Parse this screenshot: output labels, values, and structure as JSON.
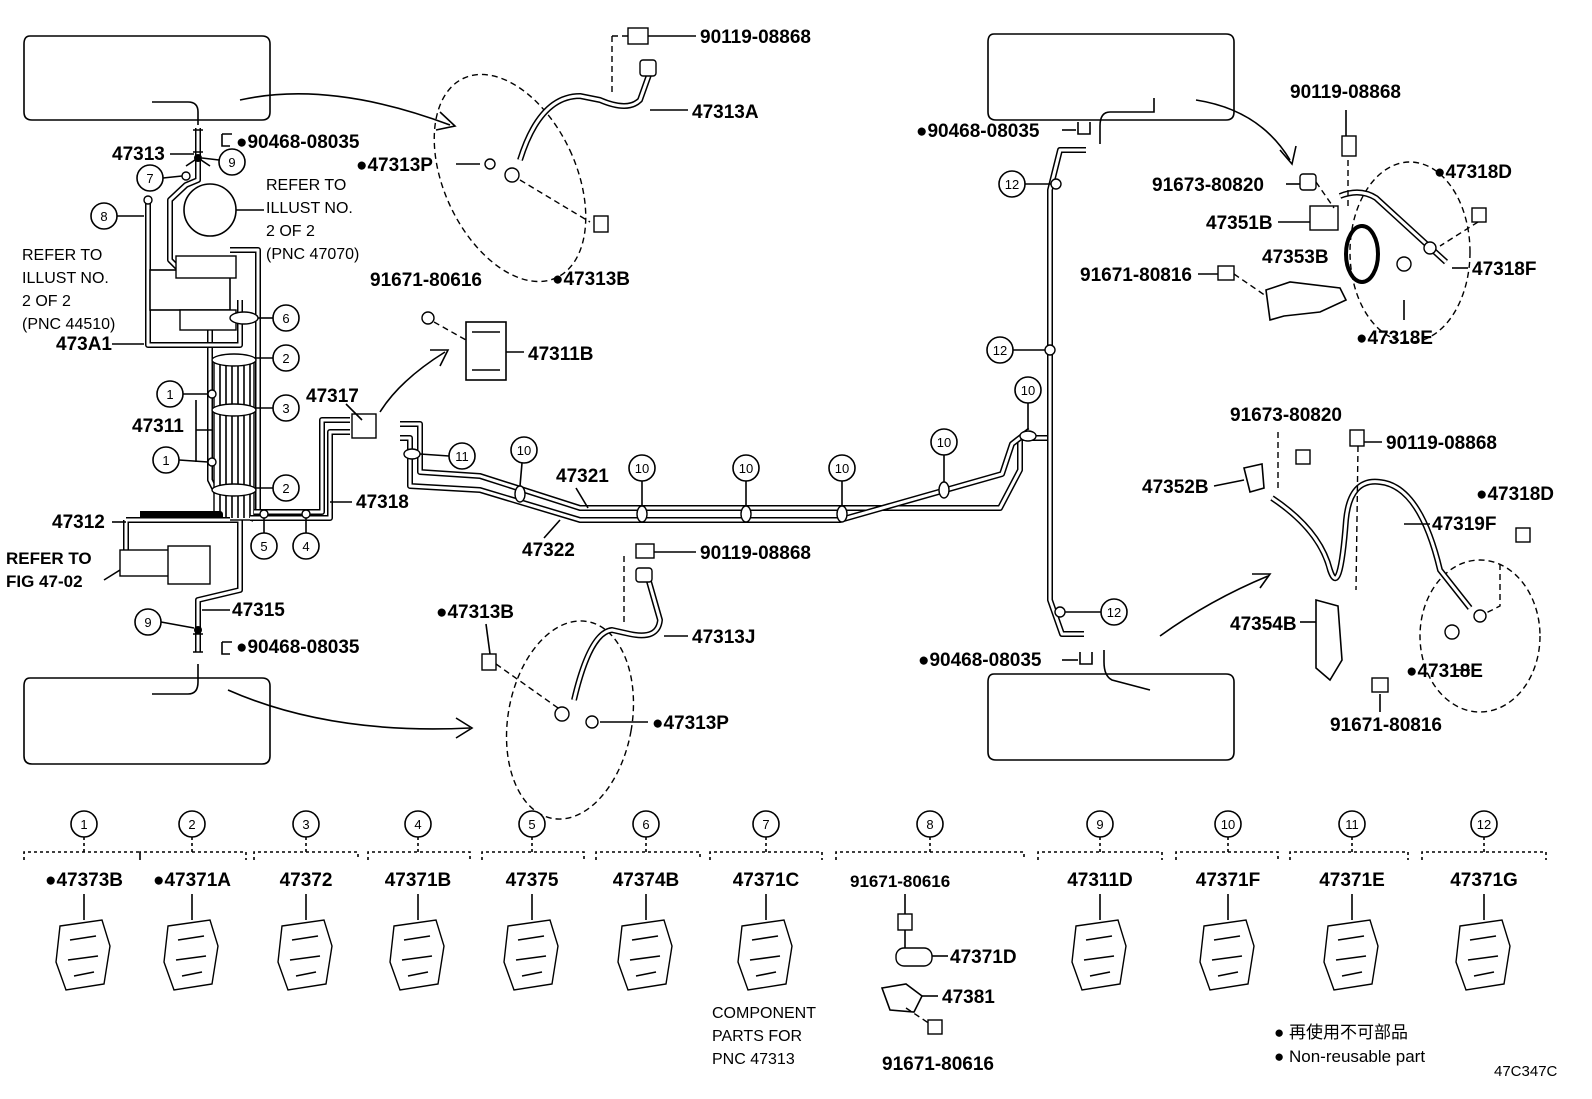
{
  "refs": {
    "illust_44510": [
      "REFER TO",
      "ILLUST NO.",
      "2 OF 2",
      "(PNC 44510)"
    ],
    "illust_47070": [
      "REFER TO",
      "ILLUST NO.",
      "2 OF 2",
      "(PNC 47070)"
    ],
    "fig_4702": [
      "REFER TO",
      "FIG 47-02"
    ],
    "component_parts": [
      "COMPONENT",
      "PARTS FOR",
      "PNC 47313"
    ]
  },
  "labels": {
    "p90119_08868_a": "90119-08868",
    "p47313A": "47313A",
    "p47313P_a": "●47313P",
    "p47313B_a": "●47313B",
    "p90468_08035_a": "●90468-08035",
    "p47313": "47313",
    "p91671_80616_a": "91671-80616",
    "p47311B": "47311B",
    "p473A1": "473A1",
    "p47317": "47317",
    "p47311": "47311",
    "p47318": "47318",
    "p47321": "47321",
    "p47322": "47322",
    "p47312": "47312",
    "p47315": "47315",
    "p90119_08868_b": "90119-08868",
    "p47313B_b": "●47313B",
    "p47313J": "47313J",
    "p47313P_b": "●47313P",
    "p90468_08035_b": "●90468-08035",
    "p90468_08035_c": "●90468-08035",
    "p90119_08868_c": "90119-08868",
    "p91673_80820_a": "91673-80820",
    "p47318D_a": "●47318D",
    "p47351B": "47351B",
    "p47353B": "47353B",
    "p91671_80816_a": "91671-80816",
    "p47318F": "47318F",
    "p47318E_a": "●47318E",
    "p91673_80820_b": "91673-80820",
    "p90119_08868_d": "90119-08868",
    "p47352B": "47352B",
    "p47318D_b": "●47318D",
    "p47319F": "47319F",
    "p47354B": "47354B",
    "p47318E_b": "●47318E",
    "p91671_80816_b": "91671-80816",
    "p90468_08035_d": "●90468-08035"
  },
  "callouts": {
    "c1a": "1",
    "c1b": "1",
    "c2a": "2",
    "c2b": "2",
    "c3": "3",
    "c4": "4",
    "c5": "5",
    "c6": "6",
    "c7": "7",
    "c8": "8",
    "c9a": "9",
    "c9b": "9",
    "c10a": "10",
    "c10b": "10",
    "c10c": "10",
    "c10d": "10",
    "c10e": "10",
    "c10f": "10",
    "c11": "11",
    "c12a": "12",
    "c12b": "12",
    "c12c": "12"
  },
  "components": [
    {
      "num": "1",
      "part": "●47373B"
    },
    {
      "num": "2",
      "part": "●47371A"
    },
    {
      "num": "3",
      "part": "47372"
    },
    {
      "num": "4",
      "part": "47371B"
    },
    {
      "num": "5",
      "part": "47375"
    },
    {
      "num": "6",
      "part": "47374B"
    },
    {
      "num": "7",
      "part": "47371C"
    },
    {
      "num": "8",
      "part": "91671-80616"
    },
    {
      "num": "9",
      "part": "47311D"
    },
    {
      "num": "10",
      "part": "47371F"
    },
    {
      "num": "11",
      "part": "47371E"
    },
    {
      "num": "12",
      "part": "47371G"
    }
  ],
  "comp8_extra": {
    "p47371D": "47371D",
    "p47381": "47381",
    "p91671_80616_b": "91671-80616"
  },
  "legend": {
    "jp": "● 再使用不可部品",
    "en": "● Non-reusable part"
  },
  "drawing_id": "47C347C"
}
